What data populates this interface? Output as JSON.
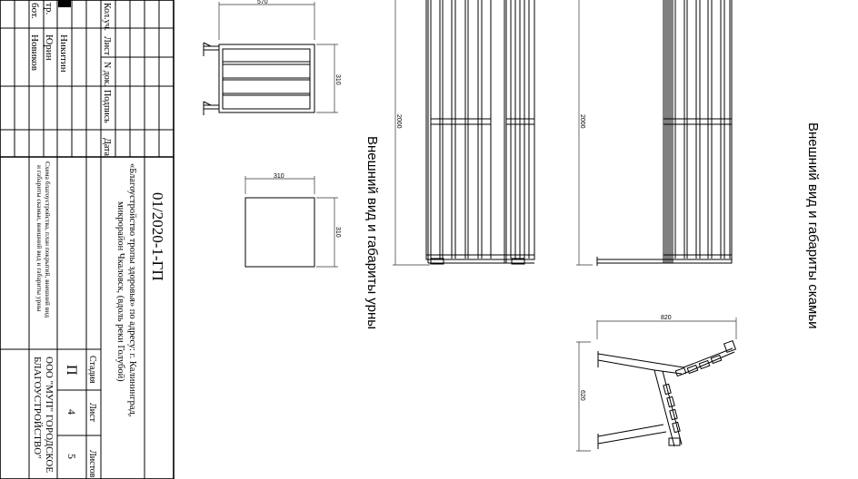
{
  "stamp": {
    "headers": [
      "Кол.уч.",
      "Лист",
      "N док.",
      "Подпись",
      "Дата"
    ],
    "roles": [
      "тр.",
      "бот."
    ],
    "names": [
      "Никитин",
      "Юрин",
      "Новиков"
    ],
    "row_mark": "I",
    "code": "01/2020-1-ГП",
    "project_title_1": "«Благоустройство тропы здоровья» по адресу: г. Калининград,",
    "project_title_2": "микрорайон Чкаловск, (вдоль реки Голубой)",
    "sheet_desc_1": "Схема благоустройства, план покрытий, внешний вид",
    "sheet_desc_2": "и габариты скамьи, внешний вид и габариты урны",
    "stage_label": "Стадия",
    "sheet_label": "Лист",
    "sheets_label": "Листов",
    "stage_value": "П",
    "sheet_value": "4",
    "sheets_value": "5",
    "org_1": "ООО \"МУП\" ГОРОДСКОЕ",
    "org_2": "БЛАГОУСТРОЙСТВО\""
  },
  "urn": {
    "title": "Внешний вид и габариты урны",
    "dim_width": "570",
    "dim_depth": "310",
    "dim_top_w": "310",
    "dim_top_h": "310"
  },
  "bench": {
    "title": "Внешний вид и габариты скамьи",
    "dim_length_1": "2000",
    "dim_length_2": "2000",
    "dim_width": "820",
    "dim_height": "620"
  }
}
